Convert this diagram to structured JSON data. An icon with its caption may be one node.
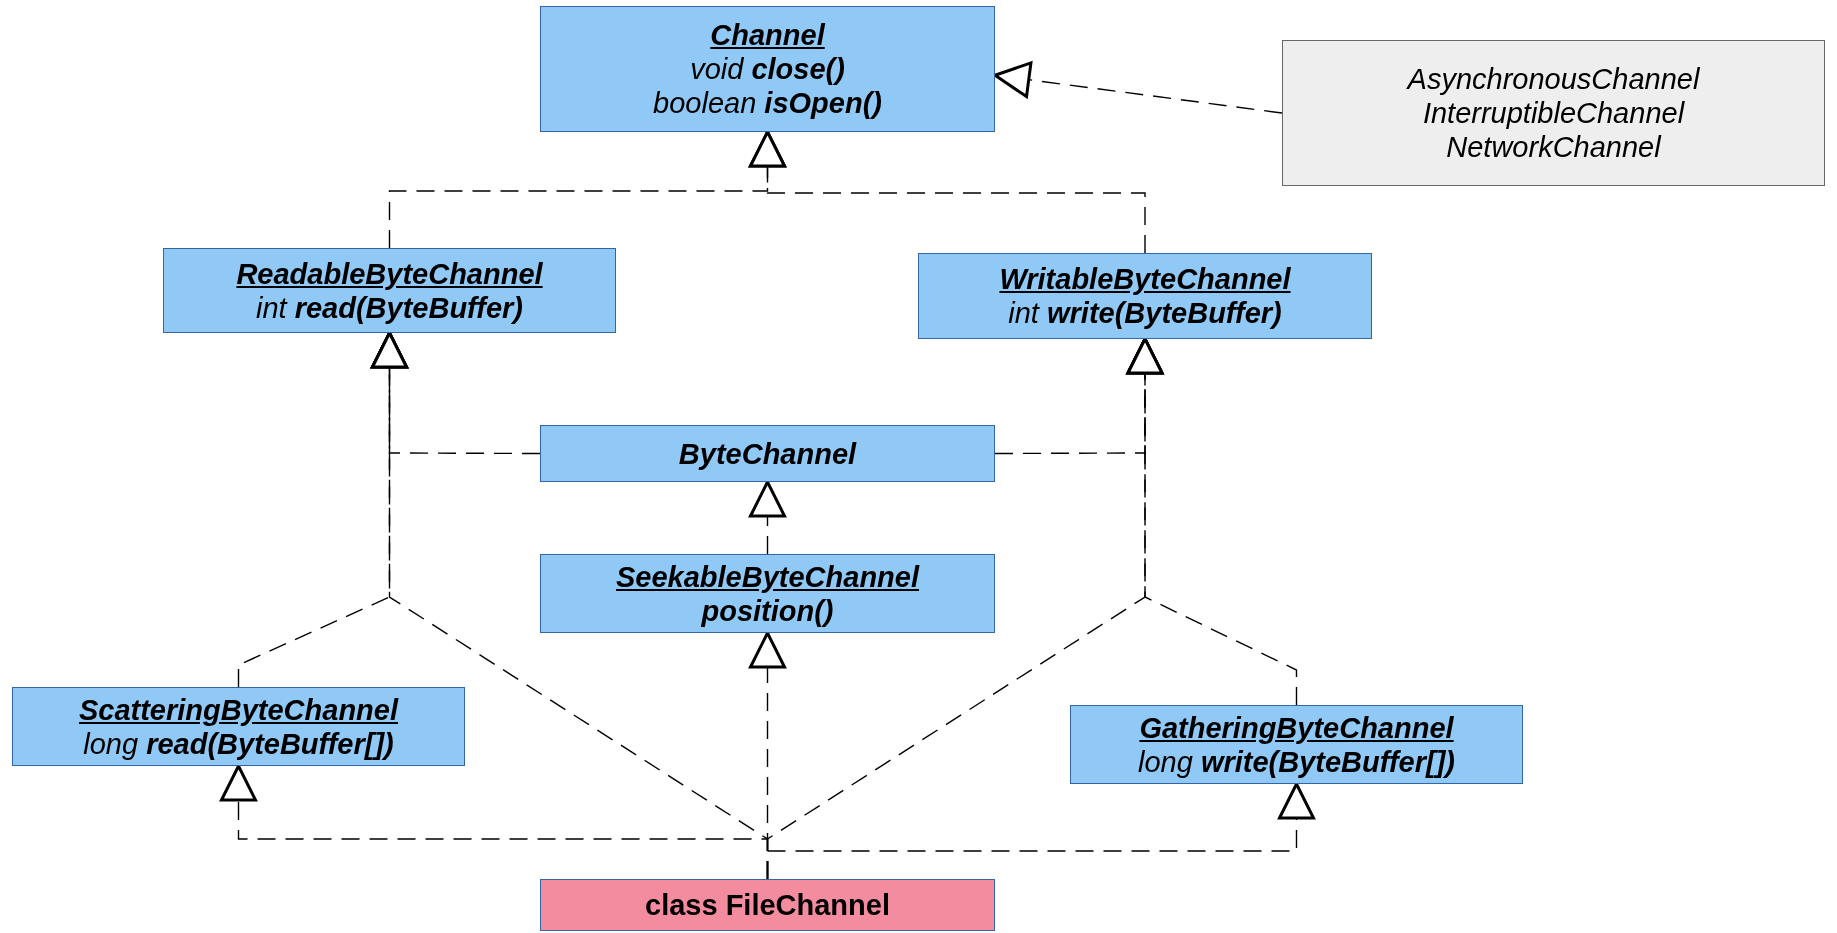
{
  "diagram": {
    "nodes": [
      {
        "text": [
          "Channel",
          "void **close()**",
          "boolean **isOpen()**"
        ]
      },
      {
        "text": [
          "AsynchronousChannel",
          "InterruptibleChannel",
          "NetworkChannel"
        ]
      },
      {
        "text": [
          "ReadableByteChannel",
          "int **read(ByteBuffer)**"
        ]
      },
      {
        "text": [
          "WritableByteChannel",
          "int **write(ByteBuffer)**"
        ]
      },
      {
        "text": [
          "ByteChannel"
        ]
      },
      {
        "text": [
          "SeekableByteChannel",
          "position()"
        ]
      },
      {
        "text": [
          "ScatteringByteChannel",
          "long **read(ByteBuffer[])**"
        ]
      },
      {
        "text": [
          "GatheringByteChannel",
          "long **write(ByteBuffer[])**"
        ]
      },
      {
        "text": [
          "class FileChannel"
        ]
      }
    ],
    "edges": [
      {
        "from": 1,
        "to": 0,
        "arrow": "to",
        "style": "dashed"
      },
      {
        "from": 2,
        "to": 0,
        "arrow": "to",
        "style": "dashed"
      },
      {
        "from": 3,
        "to": 0,
        "arrow": "to",
        "style": "dashed"
      },
      {
        "from": 4,
        "to": 2,
        "arrow": "to",
        "style": "dashed"
      },
      {
        "from": 4,
        "to": 3,
        "arrow": "to",
        "style": "dashed"
      },
      {
        "from": 5,
        "to": 4,
        "arrow": "to",
        "style": "dashed"
      },
      {
        "from": 6,
        "to": 2,
        "arrow": "to",
        "style": "dashed"
      },
      {
        "from": 7,
        "to": 3,
        "arrow": "to",
        "style": "dashed"
      },
      {
        "from": 8,
        "to": 5,
        "arrow": "to",
        "style": "dashed"
      },
      {
        "from": 8,
        "to": 6,
        "arrow": "to",
        "style": "dashed"
      },
      {
        "from": 8,
        "to": 7,
        "arrow": "to",
        "style": "dashed"
      },
      {
        "from": 8,
        "to": 2,
        "arrow": "to",
        "style": "dashed"
      },
      {
        "from": 8,
        "to": 3,
        "arrow": "to",
        "style": "dashed"
      }
    ]
  }
}
